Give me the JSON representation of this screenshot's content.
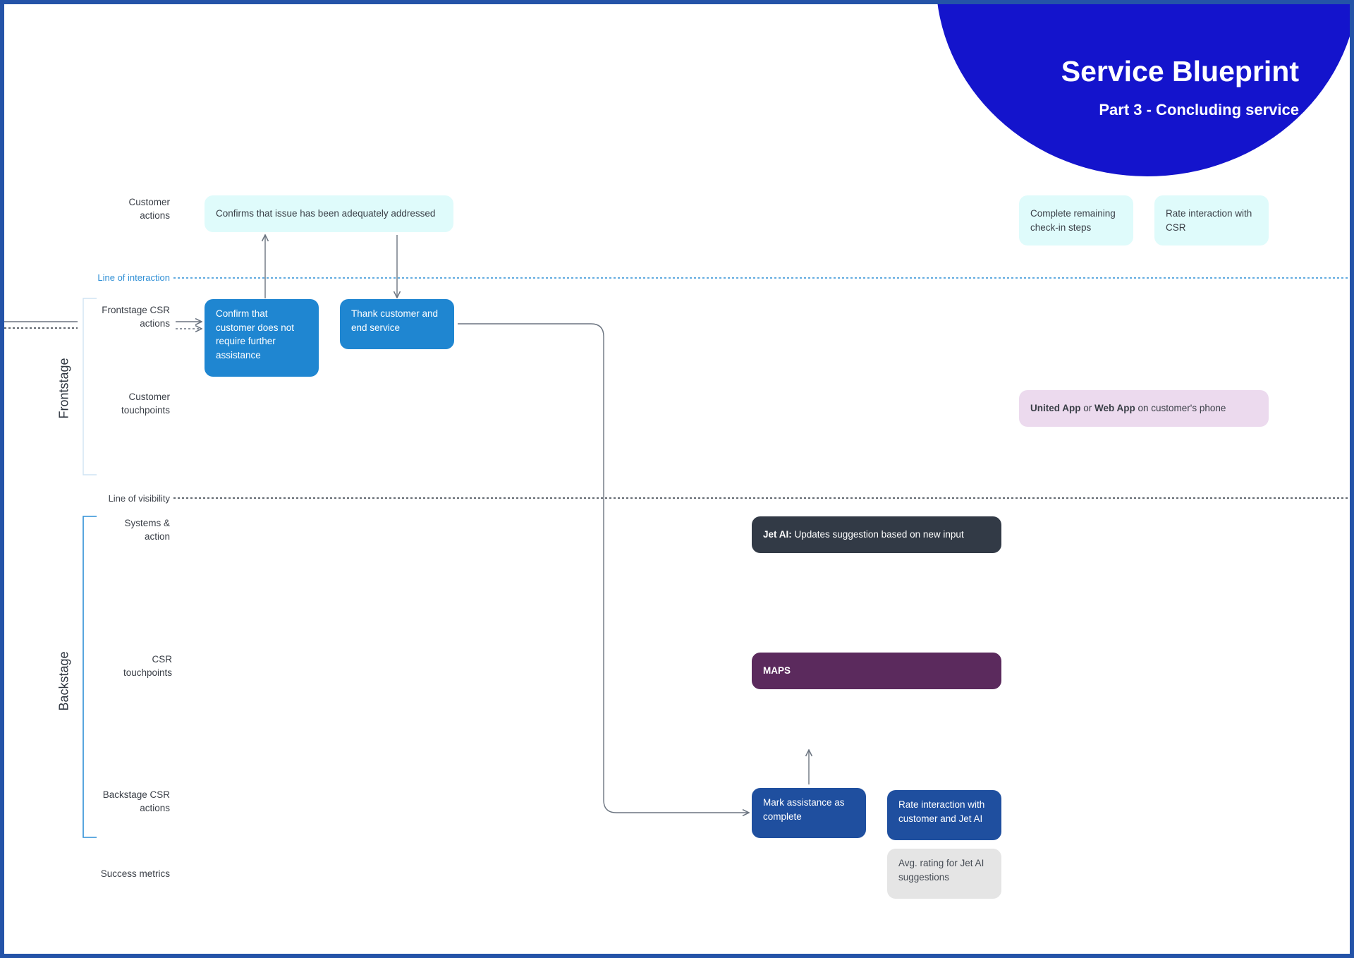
{
  "header": {
    "title": "Service Blueprint",
    "subtitle": "Part 3 - Concluding service"
  },
  "colors": {
    "accent_circle": "#1414cc",
    "frame": "#2453a8",
    "frontstage_action": "#1f86d1",
    "backstage_action": "#1f4f9f",
    "customer_action": "#dffbfb",
    "system": "#323a46",
    "csr_touchpoint": "#5b2a5d",
    "customer_touchpoint": "#ecdaee",
    "metric": "#e5e5e5",
    "line_of_interaction": "#2f8fd6"
  },
  "rows": {
    "customer_actions": "Customer\nactions",
    "frontstage_csr": "Frontstage CSR\nactions",
    "customer_touchpoints": "Customer\ntouchpoints",
    "systems": "Systems &\naction",
    "csr_touchpoints": "CSR\ntouchpoints",
    "backstage_csr": "Backstage CSR\nactions",
    "success_metrics": "Success metrics"
  },
  "lines": {
    "interaction": "Line of interaction",
    "visibility": "Line of visibility"
  },
  "stages": {
    "frontstage": "Frontstage",
    "backstage": "Backstage"
  },
  "cards": {
    "confirms_issue": "Confirms that issue has been adequately addressed",
    "complete_checkin": "Complete remaining check-in steps",
    "rate_csr": "Rate interaction with CSR",
    "confirm_no_further": "Confirm that customer does not require further assistance",
    "thank_customer": "Thank customer and end service",
    "touchpoint_united": "United App",
    "touchpoint_or": " or ",
    "touchpoint_web": "Web App",
    "touchpoint_rest": " on customer's phone",
    "jet_ai_label": "Jet AI:",
    "jet_ai_text": " Updates suggestion based on new input",
    "maps": "MAPS",
    "mark_complete": "Mark assistance as complete",
    "rate_customer_ai": "Rate interaction with customer and Jet AI",
    "avg_rating": "Avg. rating for Jet AI suggestions"
  }
}
